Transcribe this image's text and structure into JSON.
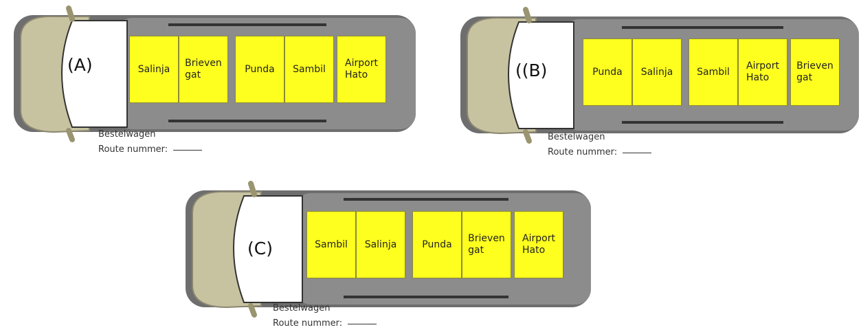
{
  "vans": [
    {
      "label": "(A)",
      "boxes": [
        "Salinja",
        "Brieven\ngat",
        "Punda",
        "Sambil",
        "Airport\nHato"
      ],
      "vehicle": "Bestelwagen",
      "route_label": "Route nummer:"
    },
    {
      "label": "((B)",
      "boxes": [
        "Punda",
        "Salinja",
        "Sambil",
        "Airport\nHato",
        "Brieven\ngat"
      ],
      "vehicle": "Bestelwagen",
      "route_label": "Route nummer:"
    },
    {
      "label": "(C)",
      "boxes": [
        "Sambil",
        "Salinja",
        "Punda",
        "Brieven\ngat",
        "Airport\nHato"
      ],
      "vehicle": "Bestelwagen",
      "route_label": "Route nummer:"
    }
  ],
  "colors": {
    "cargo_box": "#ffff1f",
    "van_body": "#7d7d7d",
    "van_cab": "#c7c2a0",
    "windshield": "#ffffff"
  }
}
